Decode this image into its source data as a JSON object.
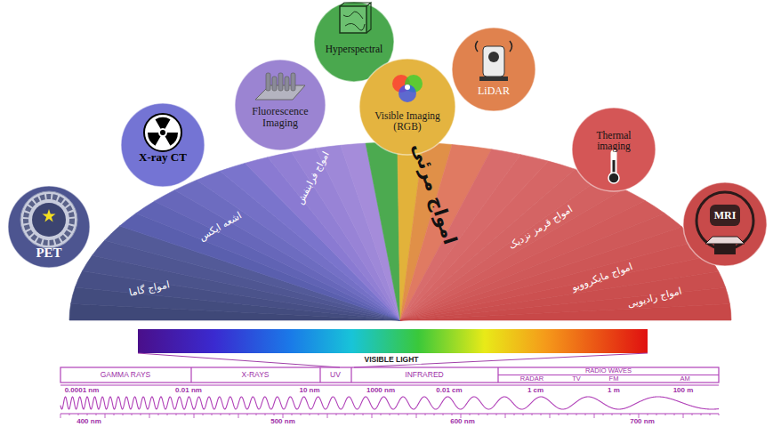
{
  "diagram": {
    "nodes": [
      {
        "text": [
          "PET"
        ]
      },
      {
        "text": [
          "X-ray CT"
        ]
      },
      {
        "text": [
          "Fluorescence Imaging"
        ]
      },
      {
        "text": [
          "Hyperspectral"
        ]
      },
      {
        "text": [
          "Visible Imaging (RGB)"
        ]
      },
      {
        "text": [
          "LiDAR"
        ]
      },
      {
        "text": [
          "Thermal imaging"
        ]
      },
      {
        "text": [
          "MRI"
        ]
      }
    ],
    "labels": [
      "امواج گاما",
      "اشعه ایکس",
      "امواج فرابنفش",
      "امواج مرئی",
      "امواج قرمز نزدیک",
      "امواج مایکروویو",
      "امواج رادیویی",
      "VISIBLE LIGHT",
      "GAMMA RAYS",
      "X-RAYS",
      "UV",
      "INFRARED",
      "RADIO WAVES",
      "RADAR",
      "TV",
      "FM",
      "AM",
      "0.0001 nm",
      "0.01 nm",
      "10 nm",
      "1000 nm",
      "0.01 cm",
      "1 cm",
      "1 m",
      "100 m",
      "400 nm",
      "500 nm",
      "600 nm",
      "700 nm"
    ]
  }
}
